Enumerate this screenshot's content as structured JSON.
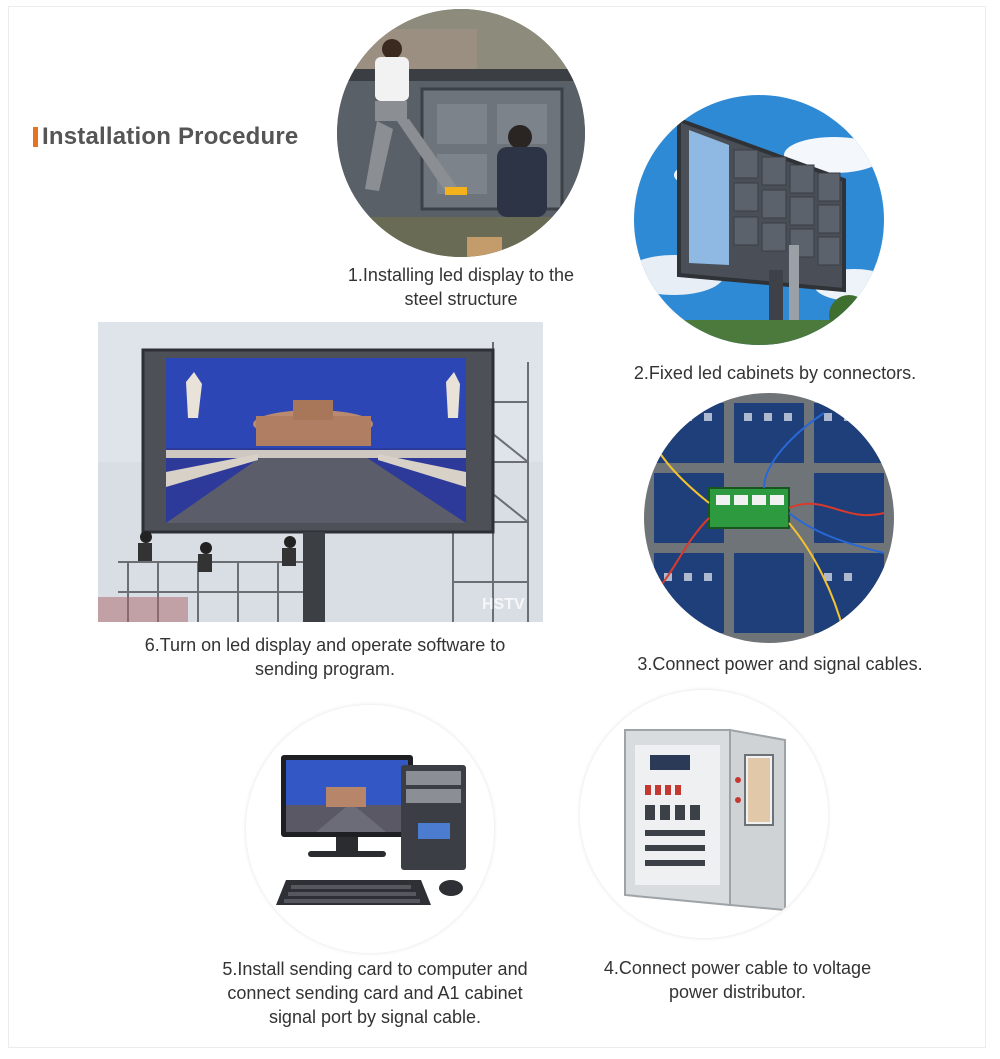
{
  "heading": {
    "title": "Installation Procedure",
    "accent_color": "#e8731e"
  },
  "steps": [
    {
      "caption": "1.Installing led display to the\nsteel structure",
      "image": "workers-installing-cabinet-photo"
    },
    {
      "caption": "2.Fixed led cabinets by connectors.",
      "image": "led-frame-sky-photo"
    },
    {
      "caption": "3.Connect power and signal cables.",
      "image": "led-module-cables-photo"
    },
    {
      "caption": "4.Connect power cable to voltage\npower distributor.",
      "image": "power-distribution-cabinet-photo"
    },
    {
      "caption": "5.Install sending card to computer and\nconnect sending card and A1 cabinet\nsignal port by signal cable.",
      "image": "desktop-computer-photo"
    },
    {
      "caption": "6.Turn on led display and operate software to\nsending program.",
      "image": "outdoor-billboard-photo"
    }
  ],
  "watermark": "HSTV"
}
